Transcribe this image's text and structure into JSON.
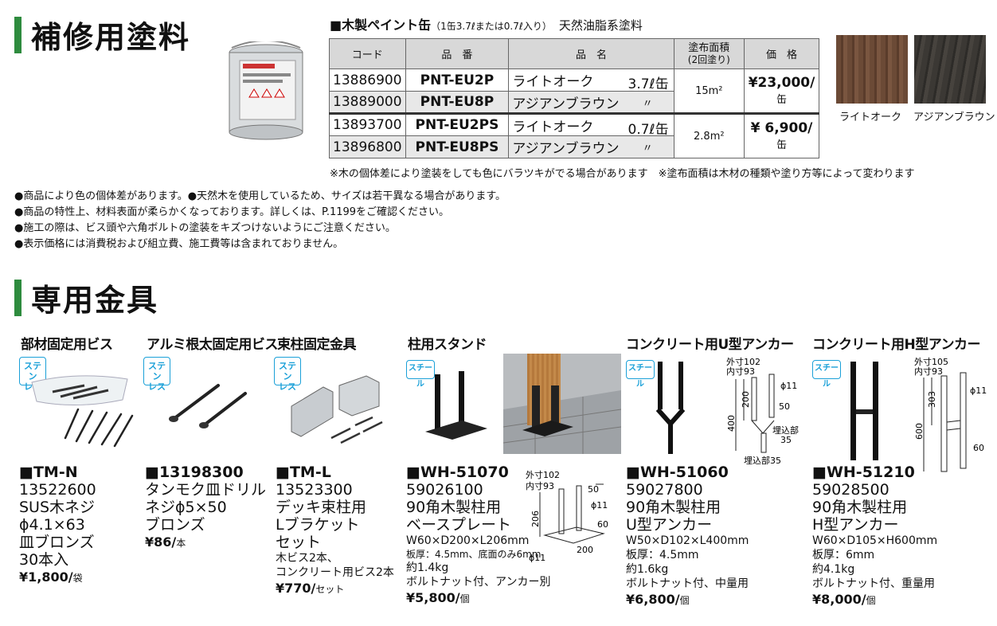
{
  "sections": {
    "repair": "補修用塗料",
    "hardware": "専用金具"
  },
  "paint": {
    "heading": "■木製ペイント缶",
    "heading_note": "（1缶3.7ℓまたは0.7ℓ入り）",
    "heading_type": "天然油脂系塗料",
    "columns": [
      "コード",
      "品　番",
      "品　名",
      "塗布面積",
      "(2回塗り)",
      "価　格"
    ],
    "rows": [
      {
        "code": "13886900",
        "part": "PNT-EU2P",
        "name": "ライトオーク",
        "vol": "3.7ℓ缶"
      },
      {
        "code": "13889000",
        "part": "PNT-EU8P",
        "name": "アジアンブラウン",
        "vol": "〃"
      },
      {
        "code": "13893700",
        "part": "PNT-EU2PS",
        "name": "ライトオーク",
        "vol": "0.7ℓ缶"
      },
      {
        "code": "13896800",
        "part": "PNT-EU8PS",
        "name": "アジアンブラウン",
        "vol": "〃"
      }
    ],
    "area_1": "15m²",
    "area_2": "2.8m²",
    "price_1": "¥23,000/",
    "price_2": "¥  6,900/",
    "price_unit": "缶",
    "note": "※木の個体差により塗装をしても色にバラツキがでる場合があります　※塗布面積は木材の種類や塗り方等によって変わります",
    "swatches": [
      "ライトオーク",
      "アジアンブラウン"
    ],
    "swatch_colors": [
      "#6b4a36",
      "#3b3834"
    ]
  },
  "notes": [
    "●商品により色の個体差があります。●天然木を使用しているため、サイズは若干異なる場合があります。",
    "●商品の特性上、材料表面が柔らかくなっております。詳しくは、P.1199をご確認ください。",
    "●施工の際は、ビス頭や六角ボルトの塗装をキズつけないようにご注意ください。",
    "●表示価格には消費税および組立費、施工費等は含まれておりません。"
  ],
  "badges": {
    "stainless": [
      "ステン",
      "レス"
    ],
    "steel": "スチール"
  },
  "products": [
    {
      "title": "部材固定用ビス",
      "model": "TM-N",
      "lines": [
        "13522600",
        "SUS木ネジ",
        "ϕ4.1×63",
        "皿ブロンズ",
        "30本入"
      ],
      "price": "¥1,800/",
      "unit": "袋"
    },
    {
      "title": "アルミ根太固定用ビス",
      "model": "13198300",
      "lines": [
        "タンモク皿ドリル",
        "ネジϕ5×50",
        "ブロンズ"
      ],
      "price": "¥86/",
      "unit": "本"
    },
    {
      "title": "束柱固定金具",
      "model": "TM-L",
      "lines": [
        "13523300",
        "デッキ束柱用",
        "Lブラケット",
        "セット"
      ],
      "sub": [
        "木ビス2本、",
        "コンクリート用ビス2本"
      ],
      "price": "¥770/",
      "unit": "セット"
    },
    {
      "title": "柱用スタンド",
      "model": "WH-51070",
      "lines": [
        "59026100",
        "90角木製柱用",
        "ベースプレート"
      ],
      "sub": [
        "W60×D200×L206mm",
        "板厚：4.5mm、底面のみ6mm",
        "約1.4kg",
        "ボルトナット付、アンカー別"
      ],
      "price": "¥5,800/",
      "unit": "個"
    },
    {
      "title": "コンクリート用U型アンカー",
      "model": "WH-51060",
      "lines": [
        "59027800",
        "90角木製柱用",
        "U型アンカー"
      ],
      "sub": [
        "W50×D102×L400mm",
        "板厚：4.5mm",
        "約1.6kg",
        "ボルトナット付、中量用"
      ],
      "price": "¥6,800/",
      "unit": "個"
    },
    {
      "title": "コンクリート用H型アンカー",
      "model": "WH-51210",
      "lines": [
        "59028500",
        "90角木製柱用",
        "H型アンカー"
      ],
      "sub": [
        "W60×D105×H600mm",
        "板厚：6mm",
        "約4.1kg",
        "ボルトナット付、重量用"
      ],
      "price": "¥8,000/",
      "unit": "個"
    }
  ],
  "dims": {
    "stand": {
      "outer": "外寸102",
      "inner": "内寸93",
      "w": "50",
      "phi": "ϕ11",
      "h": "206",
      "d": "60",
      "l": "200",
      "phi2": "ϕ11"
    },
    "u": {
      "outer": "外寸102",
      "inner": "内寸93",
      "phi": "ϕ11",
      "a": "200",
      "b": "50",
      "c": "400",
      "embed_l": "埋込部",
      "embed_v": "35",
      "embed2": "埋込部35"
    },
    "h": {
      "outer": "外寸105",
      "inner": "内寸93",
      "phi": "ϕ11",
      "a": "303",
      "b": "600",
      "c": "60"
    }
  }
}
